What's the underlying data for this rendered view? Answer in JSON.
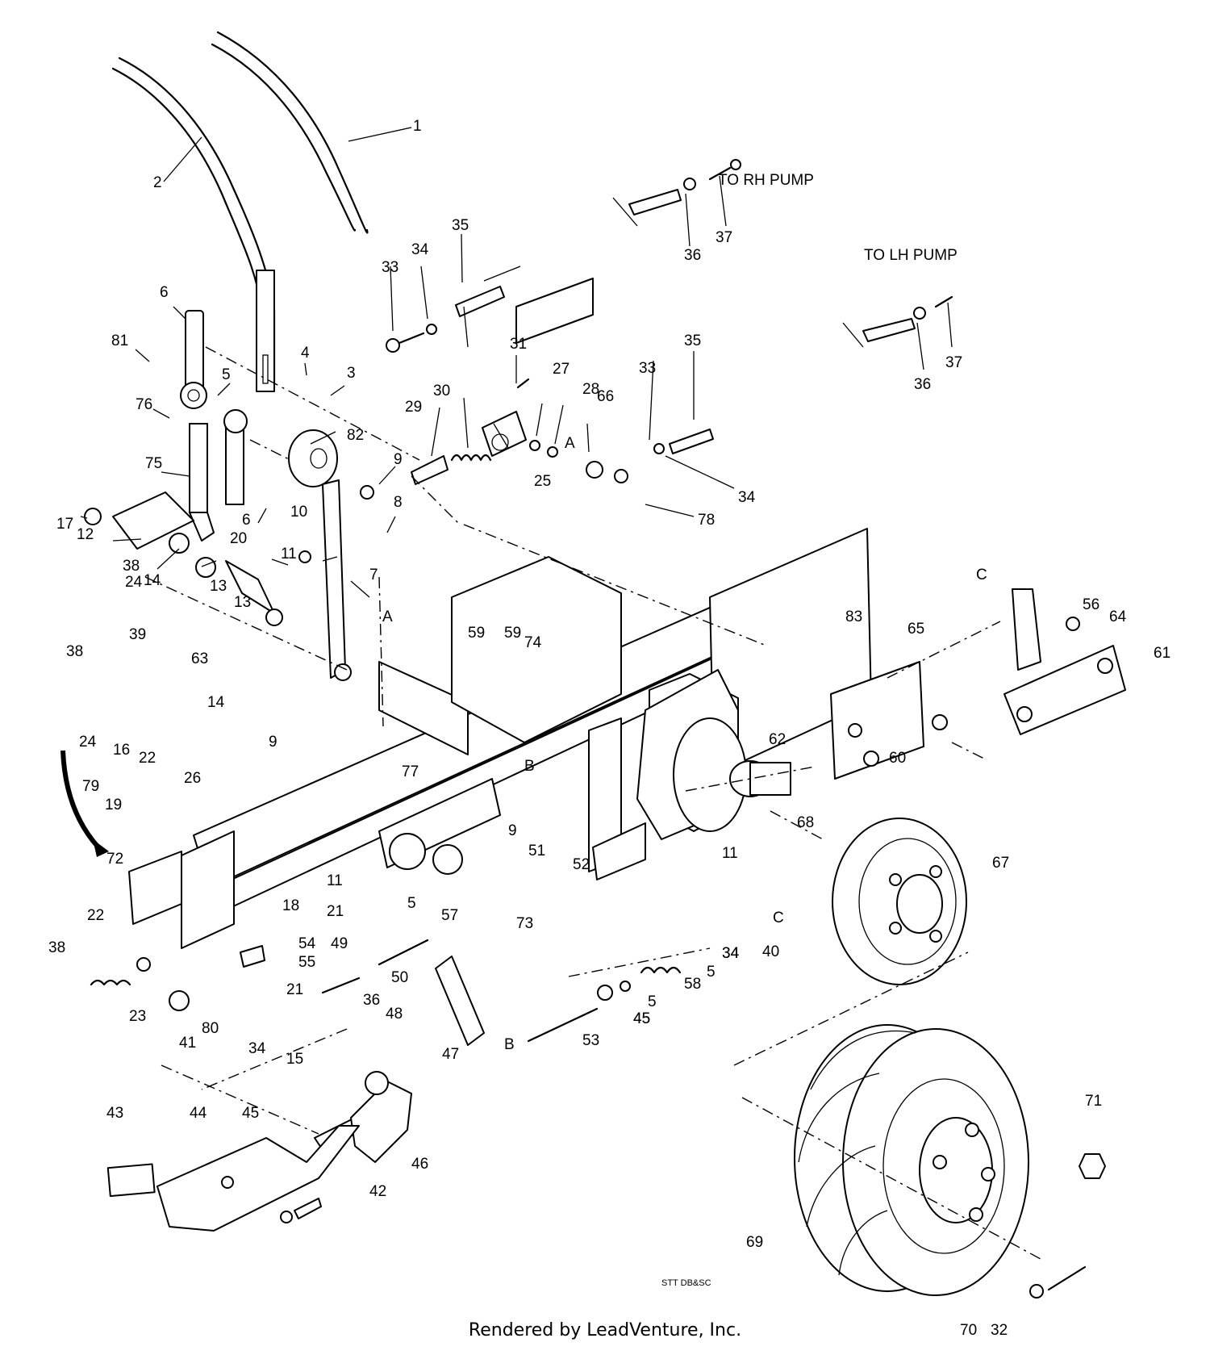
{
  "callouts": [
    "1",
    "2",
    "3",
    "4",
    "5",
    "6",
    "6",
    "7",
    "8",
    "9",
    "9",
    "9",
    "10",
    "11",
    "11",
    "11",
    "12",
    "13",
    "13",
    "14",
    "14",
    "15",
    "16",
    "17",
    "18",
    "19",
    "20",
    "21",
    "21",
    "22",
    "22",
    "23",
    "24",
    "24",
    "25",
    "26",
    "27",
    "28",
    "29",
    "30",
    "31",
    "32",
    "33",
    "33",
    "34",
    "34",
    "34",
    "34",
    "34",
    "35",
    "35",
    "36",
    "36",
    "36",
    "37",
    "37",
    "38",
    "38",
    "38",
    "39",
    "40",
    "41",
    "42",
    "43",
    "44",
    "45",
    "45",
    "45",
    "46",
    "47",
    "48",
    "49",
    "50",
    "51",
    "52",
    "53",
    "54",
    "55",
    "56",
    "57",
    "58",
    "59",
    "59",
    "60",
    "61",
    "62",
    "63",
    "64",
    "65",
    "66",
    "67",
    "68",
    "69",
    "70",
    "71",
    "72",
    "73",
    "74",
    "75",
    "76",
    "77",
    "78",
    "79",
    "80",
    "81",
    "82",
    "83",
    "5",
    "5",
    "5"
  ],
  "ref_letters": [
    "A",
    "A",
    "B",
    "B",
    "C",
    "C"
  ],
  "notes": {
    "rh_pump": "TO RH PUMP",
    "lh_pump": "TO LH PUMP"
  },
  "drawing_code": "STT DB&SC",
  "credit": "Rendered by LeadVenture, Inc."
}
